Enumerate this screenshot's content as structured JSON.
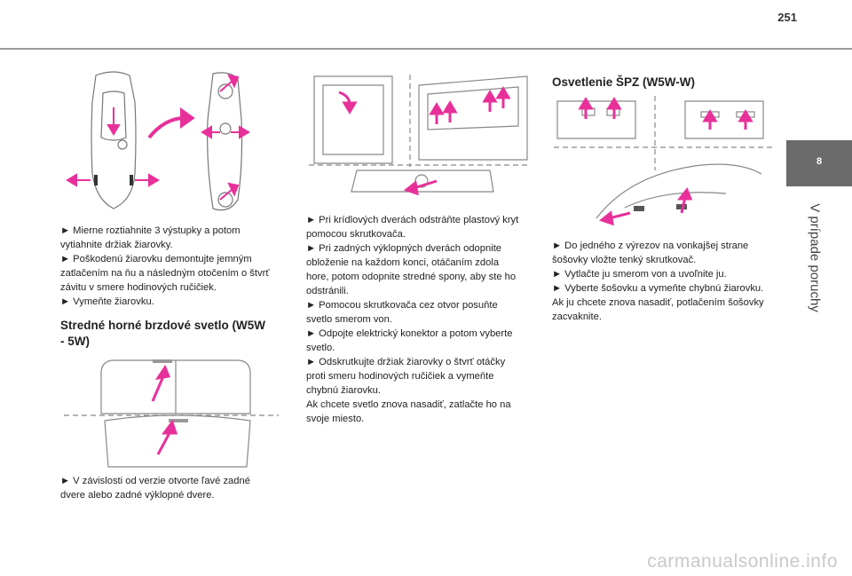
{
  "page_number": "251",
  "chapter": {
    "number": "8",
    "title": "V prípade poruchy"
  },
  "col1": {
    "text1": "► Mierne roztiahnite 3 výstupky a potom\nvytiahnite držiak žiarovky.\n► Poškodenú žiarovku demontujte jemným\nzatlačením na ňu a následným otočením o štvrť\nzávitu v smere hodinových ručičiek.\n► Vymeňte žiarovku.",
    "heading": "Stredné horné brzdové svetlo (W5W\n- 5W)",
    "text2": "► V závislosti od verzie otvorte ľavé zadné\ndvere alebo zadné výklopné dvere."
  },
  "col2": {
    "text": "► Pri krídlových dverách odstráňte plastový kryt\npomocou skrutkovača.\n► Pri zadných výklopných dverách odopnite\nobloženie na každom konci, otáčaním zdola\nhore, potom odopnite stredné spony, aby ste ho\nodstránili.\n► Pomocou skrutkovača cez otvor posuňte\nsvetlo smerom von.\n► Odpojte elektrický konektor a potom vyberte\nsvetlo.\n► Odskrutkujte držiak žiarovky o štvrť otáčky\nproti smeru hodinových ručičiek a vymeňte\nchybnú žiarovku.\nAk chcete svetlo znova nasadiť, zatlačte ho na\nsvoje miesto."
  },
  "col3": {
    "heading": "Osvetlenie ŠPZ (W5W-W)",
    "text": "► Do jedného z výrezov na vonkajšej strane\nšošovky vložte tenký skrutkovač.\n► Vytlačte ju smerom von a uvoľnite ju.\n► Vyberte šošovku a vymeňte chybnú žiarovku.\nAk ju chcete znova nasadiť, potlačením šošovky\nzacvaknite."
  },
  "watermark": "carmanualsonline.info",
  "colors": {
    "accent": "#e8309a",
    "line": "#9a9a9a",
    "tab": "#6b6b6b"
  }
}
